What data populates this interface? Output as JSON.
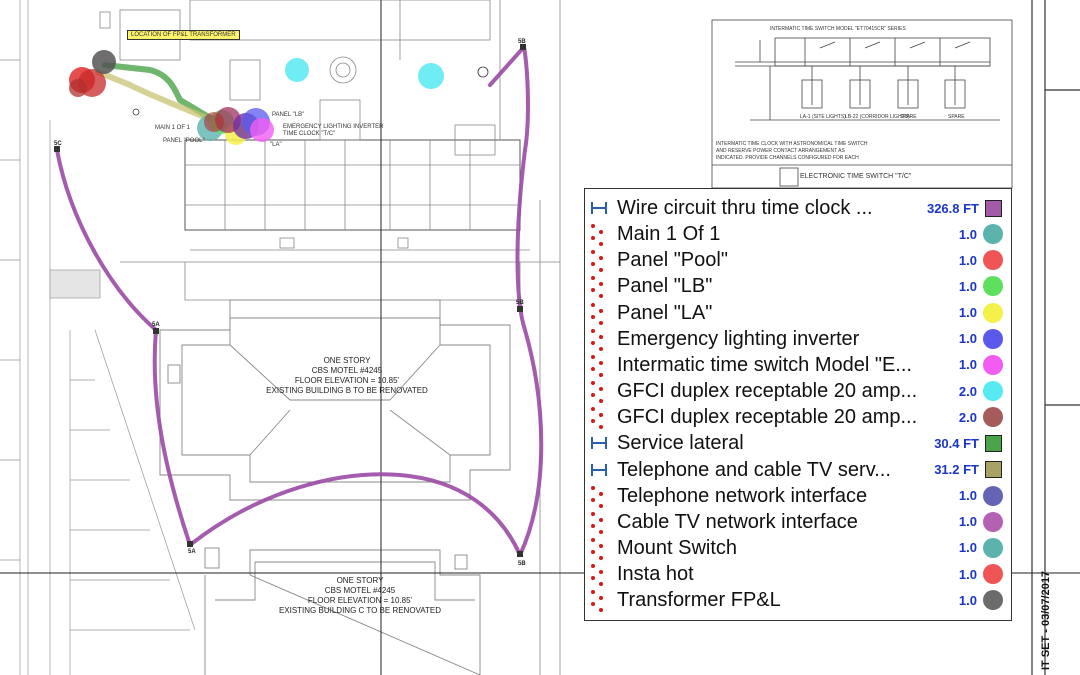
{
  "plan": {
    "transformer_note": "LOCATION OF FP&L TRANSFORMER",
    "building_b": [
      "ONE STORY",
      "CBS MOTEL #4245",
      "FLOOR ELEVATION = 10.85'",
      "EXISTING BUILDING B TO BE RENOVATED"
    ],
    "building_c": [
      "ONE STORY",
      "CBS MOTEL #4245",
      "FLOOR ELEVATION = 10.85'",
      "EXISTING BUILDING C TO BE RENOVATED"
    ],
    "panel_labels": {
      "main": "MAIN 1 OF 1",
      "pool": "PANEL \"POOL\"",
      "la": "\"LA\"",
      "lb": "PANEL \"LB\"",
      "inverter": "EMERGENCY LIGHTING INVERTER",
      "timeclock": "TIME CLOCK \"T/C\""
    },
    "nodes": [
      "5C",
      "5B",
      "5A",
      "5A",
      "5B",
      "5B"
    ],
    "schematic_title": "ELECTRONIC TIME SWITCH \"T/C\"",
    "schematic_header": "INTERMATIC TIME SWITCH MODEL \"ET70415CR\" SERIES",
    "schematic_loads": [
      "LA-1 (SITE LIGHTS)",
      "LB-22 (CORRIDOR LIGHTS)",
      "SPARE",
      "SPARE"
    ],
    "stamp": "IT SET - 03/07/2017"
  },
  "legend": {
    "rows": [
      {
        "type": "wire",
        "label": "Wire circuit thru time clock ...",
        "value": "326.8 FT",
        "color": "#a35aa8"
      },
      {
        "type": "count",
        "label": "Main 1 Of 1",
        "value": "1.0",
        "color": "#5cb3ae"
      },
      {
        "type": "count",
        "label": "Panel \"Pool\"",
        "value": "1.0",
        "color": "#f05555"
      },
      {
        "type": "count",
        "label": "Panel \"LB\"",
        "value": "1.0",
        "color": "#5ee05e"
      },
      {
        "type": "count",
        "label": "Panel \"LA\"",
        "value": "1.0",
        "color": "#f4f04a"
      },
      {
        "type": "count",
        "label": "Emergency lighting inverter",
        "value": "1.0",
        "color": "#5959ec"
      },
      {
        "type": "count",
        "label": "Intermatic time switch Model \"E...",
        "value": "1.0",
        "color": "#f35cf3"
      },
      {
        "type": "count",
        "label": "GFCI duplex receptable 20 amp...",
        "value": "2.0",
        "color": "#57eaf2"
      },
      {
        "type": "count",
        "label": "GFCI duplex receptable 20 amp...",
        "value": "2.0",
        "color": "#a65a5a"
      },
      {
        "type": "wire",
        "label": "Service lateral",
        "value": "30.4 FT",
        "color": "#4aa44a"
      },
      {
        "type": "wire",
        "label": "Telephone and cable TV serv...",
        "value": "31.2 FT",
        "color": "#a8a266"
      },
      {
        "type": "count",
        "label": "Telephone network interface",
        "value": "1.0",
        "color": "#6464b4"
      },
      {
        "type": "count",
        "label": "Cable TV network interface",
        "value": "1.0",
        "color": "#b461b4"
      },
      {
        "type": "count",
        "label": "Mount Switch",
        "value": "1.0",
        "color": "#5cb3ae"
      },
      {
        "type": "count",
        "label": "Insta hot",
        "value": "1.0",
        "color": "#f05555"
      },
      {
        "type": "count",
        "label": "Transformer FP&L",
        "value": "1.0",
        "color": "#6b6b6b"
      }
    ]
  }
}
